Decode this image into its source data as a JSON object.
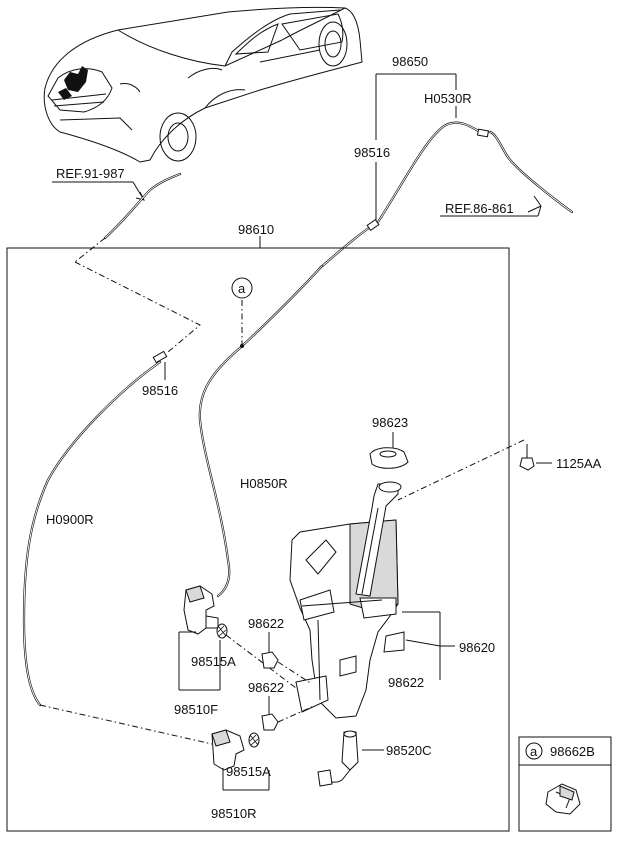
{
  "labels": {
    "l98650": "98650",
    "lH0530R": "H0530R",
    "l98516_top": "98516",
    "lREF86861": "REF.86-861",
    "lREF91987": "REF.91-987",
    "l98610": "98610",
    "la_callout": "a",
    "l98516_mid": "98516",
    "l98623": "98623",
    "l1125AA": "1125AA",
    "lH0850R": "H0850R",
    "lH0900R": "H0900R",
    "l98622_a": "98622",
    "l98620": "98620",
    "l98515A_a": "98515A",
    "l98622_b": "98622",
    "l98622_c": "98622",
    "l98510F": "98510F",
    "l98520C": "98520C",
    "l98515A_b": "98515A",
    "l98510R": "98510R",
    "inset_a": "a",
    "l98662B": "98662B"
  }
}
